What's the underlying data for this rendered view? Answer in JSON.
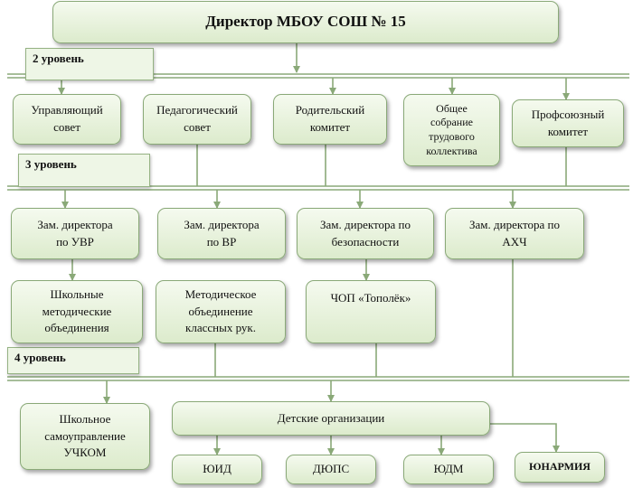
{
  "levels": {
    "l2": "2 уровень",
    "l3": "3 уровень",
    "l4": "4 уровень"
  },
  "director": "Директор МБОУ СОШ № 15",
  "level2": [
    [
      "Управляющий",
      "совет"
    ],
    [
      "Педагогический",
      "совет"
    ],
    [
      "Родительский",
      "комитет"
    ],
    [
      "Общее",
      "собрание",
      "трудового",
      "коллектива"
    ],
    [
      "Профсоюзный",
      "комитет"
    ]
  ],
  "deputies": [
    [
      "Зам. директора",
      "по УВР"
    ],
    [
      "Зам. директора",
      "по ВР"
    ],
    [
      "Зам. директора по",
      "безопасности"
    ],
    [
      "Зам. директора по",
      "АХЧ"
    ]
  ],
  "units": [
    [
      "Школьные",
      "методические",
      "объединения"
    ],
    [
      "Методическое",
      "объединение",
      "классных рук."
    ],
    [
      "ЧОП «Тополёк»"
    ]
  ],
  "self_government": [
    "Школьное",
    "самоуправление",
    "УЧКОМ"
  ],
  "children_orgs": {
    "title": "Детские организации",
    "items": [
      "ЮИД",
      "ДЮПС",
      "ЮДМ",
      "ЮНАРМИЯ"
    ]
  },
  "colors": {
    "line": "#8aa978",
    "box_top": "#f5faef",
    "box_bottom": "#dcebcc"
  }
}
